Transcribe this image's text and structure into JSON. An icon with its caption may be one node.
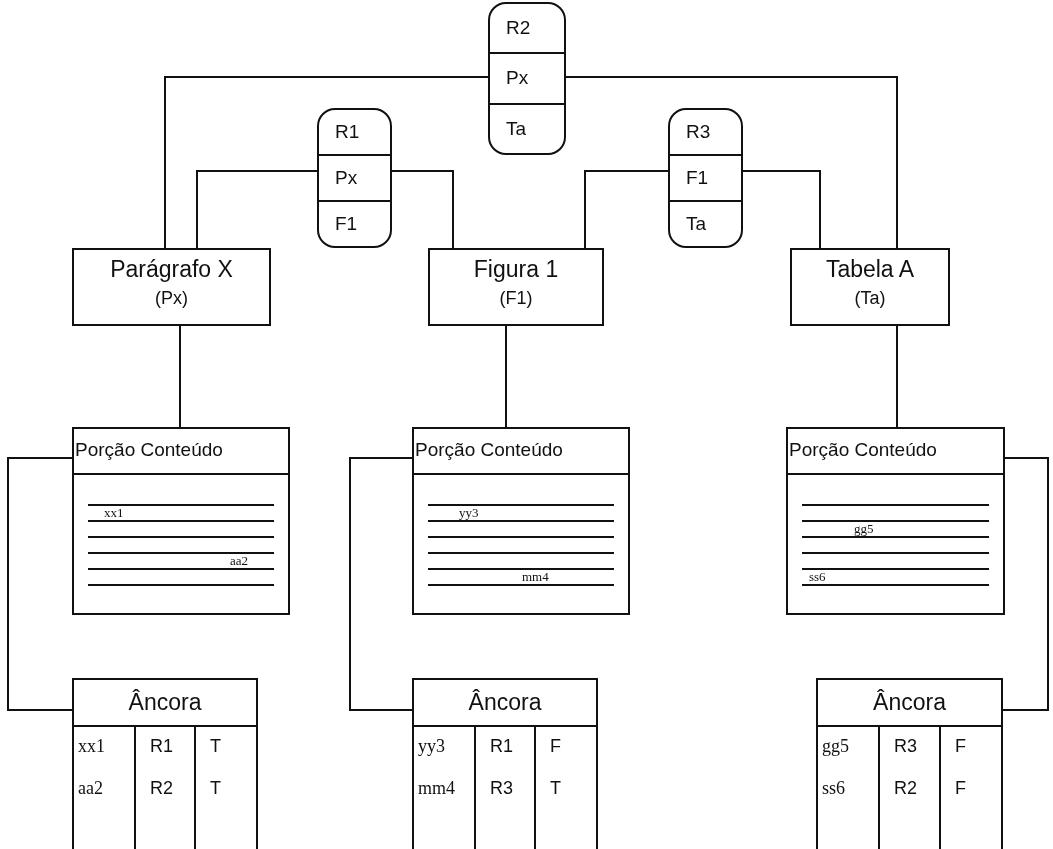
{
  "diagram": {
    "nodes": [
      {
        "text": [
          "R2",
          "Px",
          "Ta"
        ]
      },
      {
        "text": [
          "R1",
          "Px",
          "F1"
        ]
      },
      {
        "text": [
          "R3",
          "F1",
          "Ta"
        ]
      },
      {
        "text": [
          "Parágrafo X",
          "(Px)"
        ]
      },
      {
        "text": [
          "Figura 1",
          "(F1)"
        ]
      },
      {
        "text": [
          "Tabela A",
          "(Ta)"
        ]
      },
      {
        "text": [
          "Porção Conteúdo",
          "xx1",
          "aa2"
        ]
      },
      {
        "text": [
          "Âncora",
          "xx1",
          "R1",
          "T",
          "aa2",
          "R2",
          "T"
        ]
      },
      {
        "text": [
          "Porção Conteúdo",
          "yy3",
          "mm4"
        ]
      },
      {
        "text": [
          "Âncora",
          "yy3",
          "R1",
          "F",
          "mm4",
          "R3",
          "T"
        ]
      },
      {
        "text": [
          "Porção Conteúdo",
          "gg5",
          "ss6"
        ]
      },
      {
        "text": [
          "Âncora",
          "gg5",
          "R3",
          "F",
          "ss6",
          "R2",
          "F"
        ]
      }
    ],
    "edges": [
      {
        "from": 3,
        "to": 0,
        "arrow": "none"
      },
      {
        "from": 0,
        "to": 5,
        "arrow": "none"
      },
      {
        "from": 3,
        "to": 1,
        "arrow": "none"
      },
      {
        "from": 1,
        "to": 4,
        "arrow": "none"
      },
      {
        "from": 4,
        "to": 2,
        "arrow": "none"
      },
      {
        "from": 2,
        "to": 5,
        "arrow": "none"
      },
      {
        "from": 3,
        "to": 6,
        "arrow": "none"
      },
      {
        "from": 4,
        "to": 8,
        "arrow": "none"
      },
      {
        "from": 5,
        "to": 10,
        "arrow": "none"
      },
      {
        "from": 6,
        "to": 7,
        "arrow": "none"
      },
      {
        "from": 8,
        "to": 9,
        "arrow": "none"
      },
      {
        "from": 10,
        "to": 11,
        "arrow": "none"
      }
    ]
  }
}
